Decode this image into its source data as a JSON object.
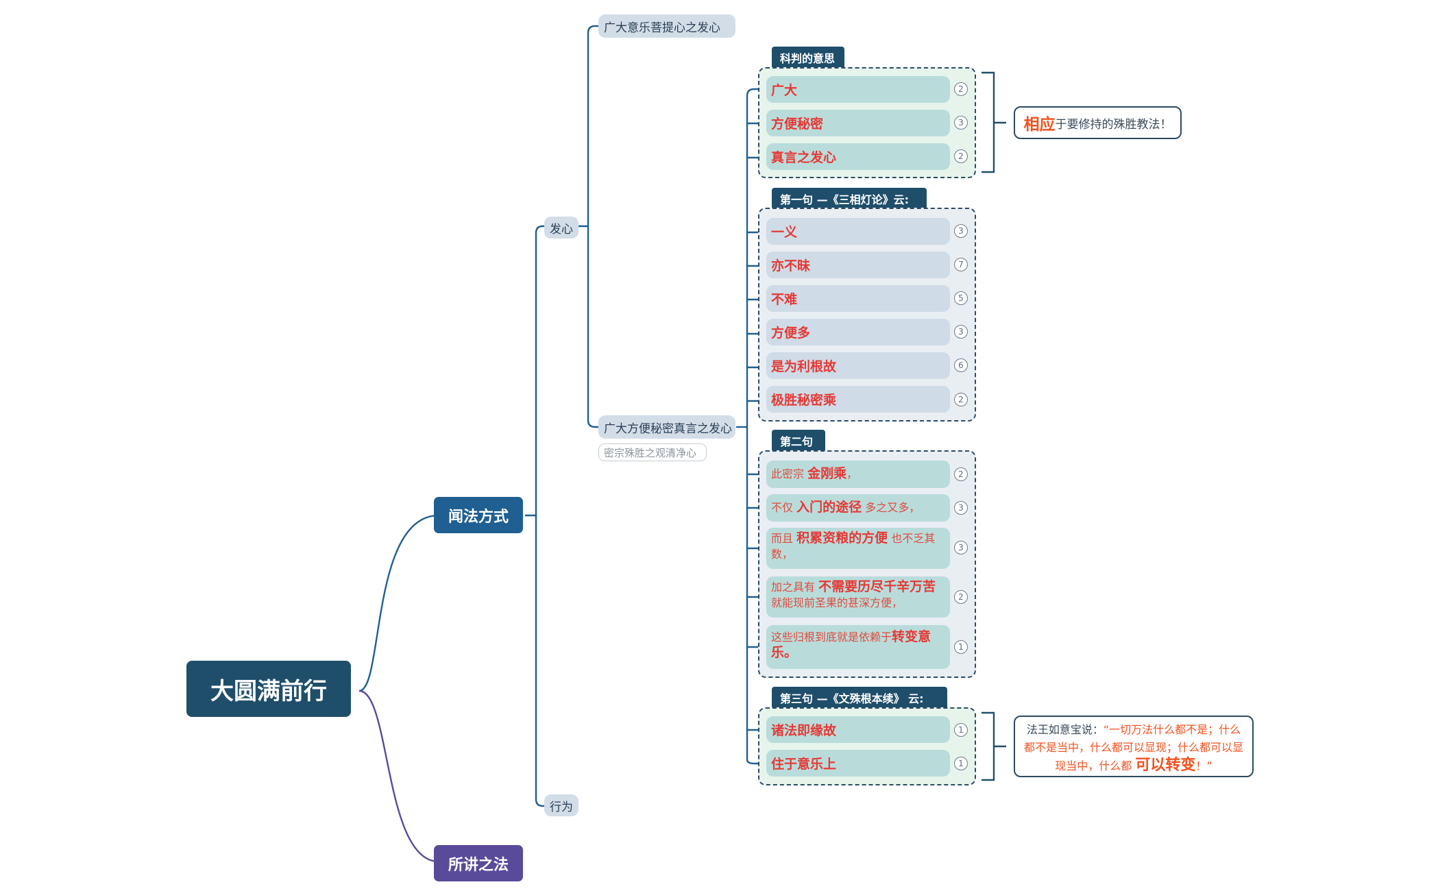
{
  "root": {
    "label": "大圆满前行"
  },
  "branches": {
    "wenfa": {
      "label": "闻法方式",
      "color": "#1f5f91"
    },
    "suojiang": {
      "label": "所讲之法",
      "color": "#5a4a9a"
    }
  },
  "wenfa_children": {
    "faxin": "发心",
    "xingwei": "行为"
  },
  "faxin_children": {
    "guangda_yile": "广大意乐菩提心之发心",
    "guangda_fangbian": "广大方便秘密真言之发心",
    "guangda_fangbian_note": "密宗殊胜之观清净心"
  },
  "groups": {
    "kepan": {
      "label": "科判的意思",
      "items": [
        {
          "text": "广大",
          "count": "2"
        },
        {
          "text": "方便秘密",
          "count": "3"
        },
        {
          "text": "真言之发心",
          "count": "2"
        }
      ]
    },
    "diyiju": {
      "label": "第一句 —《三相灯论》云:",
      "items": [
        {
          "text": "一义",
          "count": "3"
        },
        {
          "text": "亦不昧",
          "count": "7"
        },
        {
          "text": "不难",
          "count": "5"
        },
        {
          "text": "方便多",
          "count": "3"
        },
        {
          "text": "是为利根故",
          "count": "6"
        },
        {
          "text": "极胜秘密乘",
          "count": "2"
        }
      ]
    },
    "dierju": {
      "label": "第二句",
      "items": [
        {
          "pre": "此密宗 ",
          "bold": "金刚乘",
          "post": "，",
          "count": "2"
        },
        {
          "pre": "不仅 ",
          "bold": "入门的途径",
          "post": " 多之又多，",
          "count": "3"
        },
        {
          "pre": "而且 ",
          "bold": "积累资粮的方便",
          "post": " 也不乏其数，",
          "count": "3"
        },
        {
          "pre": "加之具有 ",
          "bold": "不需要历尽千辛万苦",
          "post": "就能现前圣果的甚深方便，",
          "count": "2"
        },
        {
          "pre": "这些归根到底就是依赖于",
          "bold": "转变意乐。",
          "post": "",
          "count": "1"
        }
      ]
    },
    "disanju": {
      "label": "第三句 —《文殊根本续》 云:",
      "items": [
        {
          "text": "诸法即缘故",
          "count": "1"
        },
        {
          "text": "住于意乐上",
          "count": "1"
        }
      ]
    }
  },
  "callouts": {
    "xiangying": {
      "highlight": "相应",
      "rest": "于要修持的殊胜教法！"
    },
    "fawang": {
      "lead": "法王如意宝说：",
      "quote_open": "“",
      "quote_body": "一切万法什么都不是；什么都不是当中，什么都可以显现；什么都可以显现当中，什么都 ",
      "highlight": "可以转变",
      "quote_close": "！”"
    }
  },
  "colors": {
    "root": "#1f4e6b",
    "line_blue": "#1f5f91",
    "line_purple": "#5a4a9a",
    "group_teal_bg": "#e7f4ec",
    "group_blue_bg": "#e9eef3",
    "leaf_teal": "#b9dcdb",
    "leaf_blue": "#cfdbe6",
    "accent_red": "#e53935",
    "accent_orange": "#f4511e"
  },
  "icons": [
    "count-badge-icon",
    "bracket-icon"
  ]
}
